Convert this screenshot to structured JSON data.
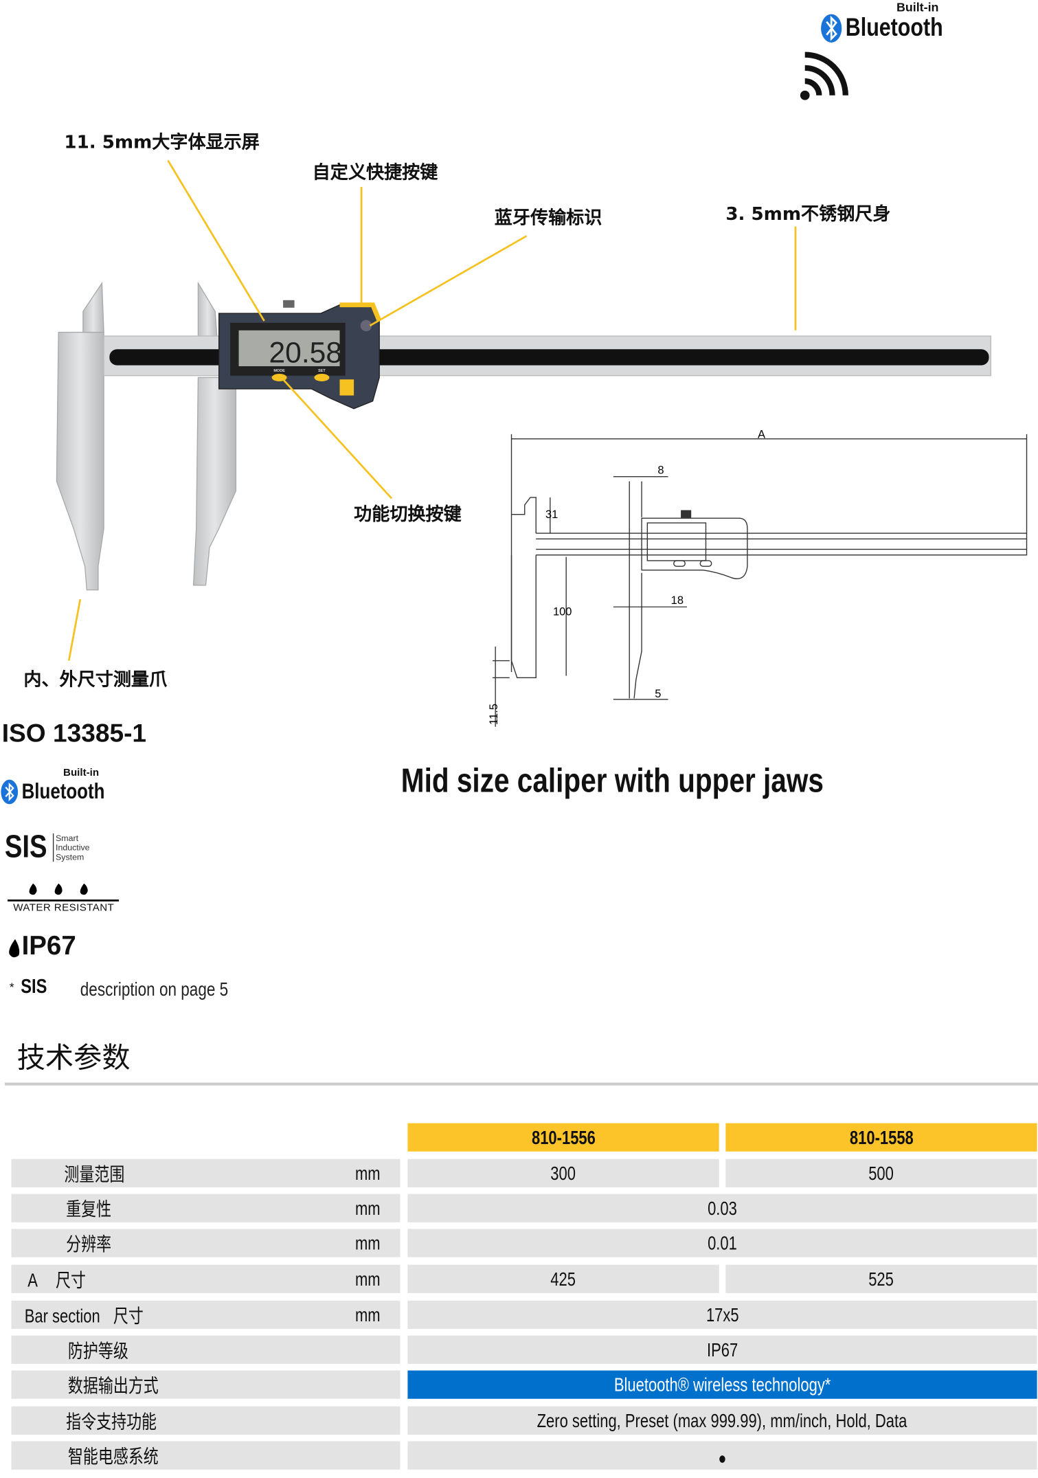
{
  "top_logo": {
    "built_in": "Built-in",
    "brand": "Bluetooth",
    "icon": "bluetooth-icon",
    "signal_icon": "wireless-signal-icon"
  },
  "callouts": {
    "display": "11. 5mm大字体显示屏",
    "shortcut_key": "自定义快捷按键",
    "bluetooth_mark": "蓝牙传输标识",
    "beam": "3. 5mm不锈钢尺身",
    "function_key": "功能切换按键",
    "jaws": "内、外尺寸测量爪"
  },
  "product_display": {
    "reading": "20.58",
    "mode_label": "MODE",
    "set_label": "SET"
  },
  "drawing": {
    "dims": {
      "a": "A",
      "d8": "8",
      "d31": "31",
      "d100": "100",
      "d18": "18",
      "d5": "5",
      "d11_5": "11.5"
    }
  },
  "badges": {
    "iso": "ISO 13385-1",
    "bt_built_in": "Built-in",
    "bt_brand": "Bluetooth",
    "sis": "SIS",
    "sis_sub": [
      "Smart",
      "Inductive",
      "System"
    ],
    "water": "WATER RESISTANT",
    "ip": "IP67",
    "note_star": "*",
    "note_sis": "SIS",
    "note_text": "description on page 5"
  },
  "title": "Mid size caliper with upper jaws",
  "section_title": "技术参数",
  "colors": {
    "header": "#fdc42a",
    "cell": "#e3e3e3",
    "bluetooth": "#0070cd",
    "leader": "#f5c222"
  },
  "table": {
    "models": [
      "810-1556",
      "810-1558"
    ],
    "rows": [
      {
        "label": "测量范围",
        "unit": "mm",
        "values": [
          "300",
          "500"
        ]
      },
      {
        "label": "重复性",
        "unit": "mm",
        "value": "0.03"
      },
      {
        "label": "分辨率",
        "unit": "mm",
        "value": "0.01"
      },
      {
        "prefix": "A",
        "label": "尺寸",
        "unit": "mm",
        "values": [
          "425",
          "525"
        ]
      },
      {
        "prefix": "Bar section",
        "label": "尺寸",
        "unit": "mm",
        "value": "17x5"
      },
      {
        "label": "防护等级",
        "value": "IP67"
      },
      {
        "label": "数据输出方式",
        "value": "Bluetooth® wireless technology*"
      },
      {
        "label": "指令支持功能",
        "value": "Zero setting, Preset (max 999.99), mm/inch, Hold, Data"
      },
      {
        "label": "智能电感系统",
        "value": "●"
      }
    ]
  }
}
